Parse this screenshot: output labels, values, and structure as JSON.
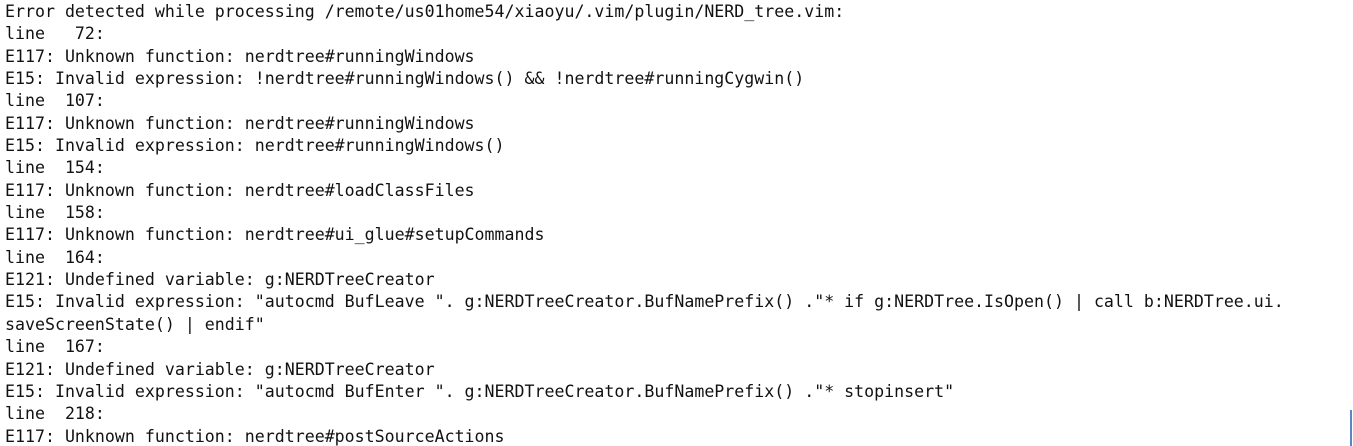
{
  "terminal": {
    "lines": [
      "Error detected while processing /remote/us01home54/xiaoyu/.vim/plugin/NERD_tree.vim:",
      "line   72:",
      "E117: Unknown function: nerdtree#runningWindows",
      "E15: Invalid expression: !nerdtree#runningWindows() && !nerdtree#runningCygwin()",
      "line  107:",
      "E117: Unknown function: nerdtree#runningWindows",
      "E15: Invalid expression: nerdtree#runningWindows()",
      "line  154:",
      "E117: Unknown function: nerdtree#loadClassFiles",
      "line  158:",
      "E117: Unknown function: nerdtree#ui_glue#setupCommands",
      "line  164:",
      "E121: Undefined variable: g:NERDTreeCreator",
      "E15: Invalid expression: \"autocmd BufLeave \". g:NERDTreeCreator.BufNamePrefix() .\"* if g:NERDTree.IsOpen() | call b:NERDTree.ui.",
      "saveScreenState() | endif\"",
      "line  167:",
      "E121: Undefined variable: g:NERDTreeCreator",
      "E15: Invalid expression: \"autocmd BufEnter \". g:NERDTreeCreator.BufNamePrefix() .\"* stopinsert\"",
      "line  218:",
      "E117: Unknown function: nerdtree#postSourceActions"
    ]
  }
}
